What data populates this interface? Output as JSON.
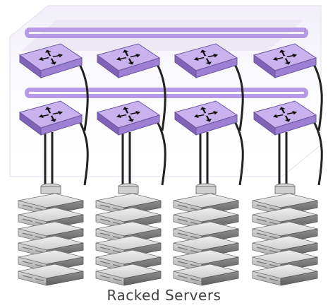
{
  "diagram": {
    "caption": "Racked Servers",
    "switch_rows": 2,
    "switches_per_row": 4,
    "server_racks": 4,
    "servers_per_rack": 6,
    "colors": {
      "switch_top": "#c9b3ee",
      "switch_front": "#9d7fd4",
      "switch_side": "#7f63b6",
      "interconnect": "#b59ae8",
      "cable": "#222222",
      "server_light": "#e2e2e2",
      "server_dark": "#7d7d7d",
      "backdrop": "#ece8f5"
    }
  }
}
